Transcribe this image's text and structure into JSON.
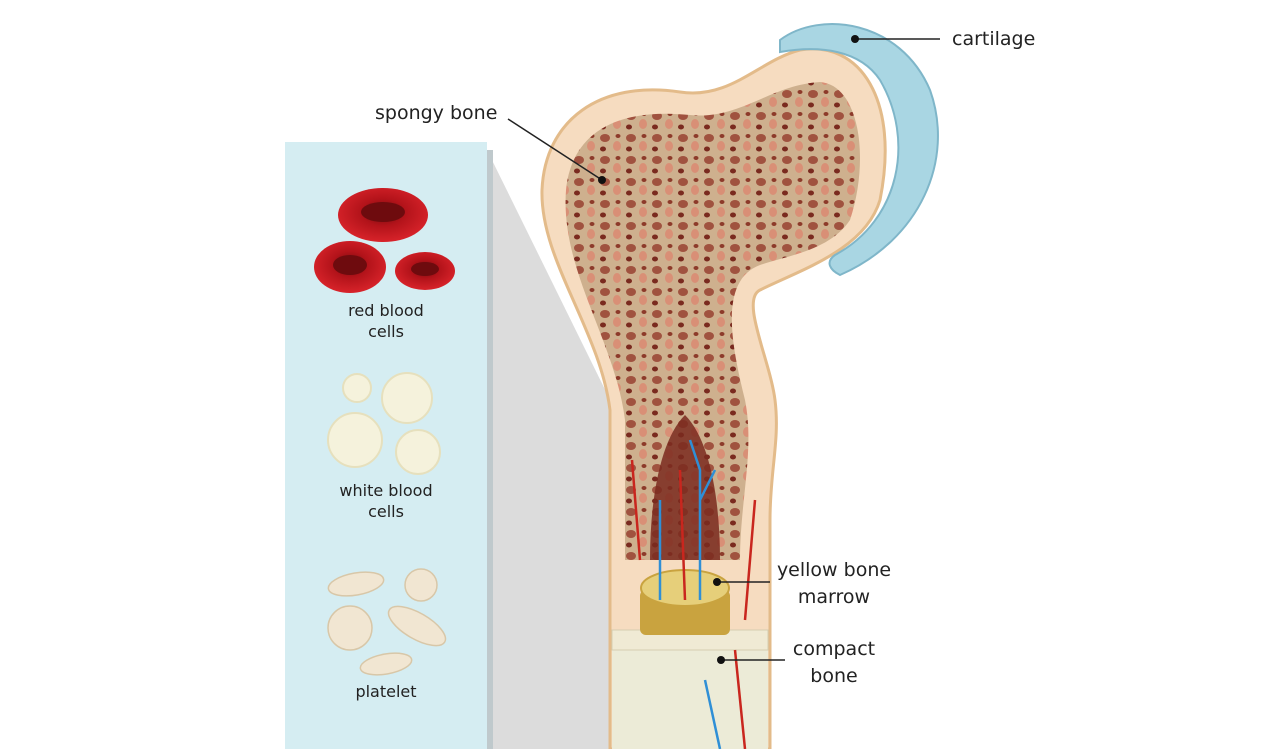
{
  "labels": {
    "cartilage": "cartilage",
    "spongy_bone": "spongy bone",
    "yellow_marrow_line1": "yellow bone",
    "yellow_marrow_line2": "marrow",
    "compact_bone_line1": "compact",
    "compact_bone_line2": "bone"
  },
  "panel": {
    "red_line1": "red blood",
    "red_line2": "cells",
    "white_line1": "white blood",
    "white_line2": "cells",
    "platelet": "platelet"
  },
  "colors": {
    "panel_bg": "#d5edf2",
    "bone": "#f6dcc0",
    "spongy_dark": "#7a2a1f",
    "cartilage": "#a9d6e3",
    "red_cell": "#c4161c",
    "vein": "#2f8fd6",
    "artery": "#c9261e"
  }
}
